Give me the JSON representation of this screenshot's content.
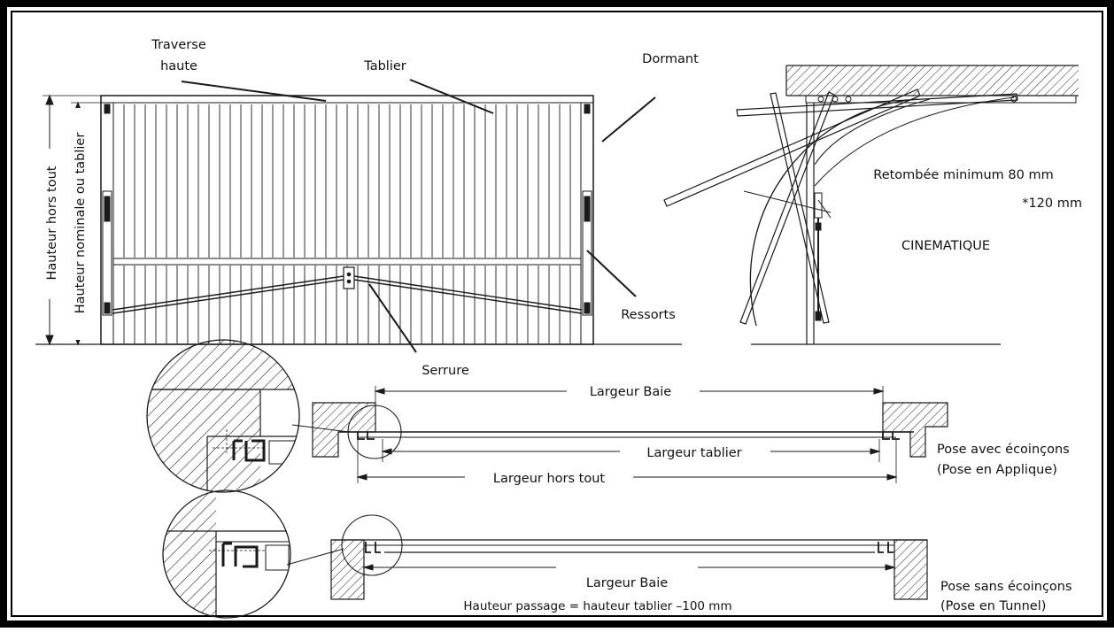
{
  "labels": {
    "traverse_haute_1": "Traverse",
    "traverse_haute_2": "haute",
    "tablier": "Tablier",
    "dormant": "Dormant",
    "ressorts": "Ressorts",
    "serrure": "Serrure",
    "hauteur_hors_tout": "Hauteur hors tout",
    "hauteur_nominale": "Hauteur nominale ou tablier",
    "retombee": "Retombée minimum 80 mm",
    "retombee_alt": "*120 mm",
    "cinematique": "CINEMATIQUE",
    "largeur_baie_top": "Largeur Baie",
    "largeur_tablier": "Largeur tablier",
    "largeur_hors_tout": "Largeur hors tout",
    "pose_avec_1": "Pose avec écoinçons",
    "pose_avec_2": "(Pose en Applique)",
    "largeur_baie_bottom": "Largeur Baie",
    "pose_sans_1": "Pose sans écoinçons",
    "pose_sans_2": "(Pose en Tunnel)",
    "hauteur_passage": "Hauteur passage = hauteur tablier –100 mm"
  },
  "colors": {
    "line": "#1a1a1a",
    "frame": "#000000",
    "background": "#ffffff"
  }
}
